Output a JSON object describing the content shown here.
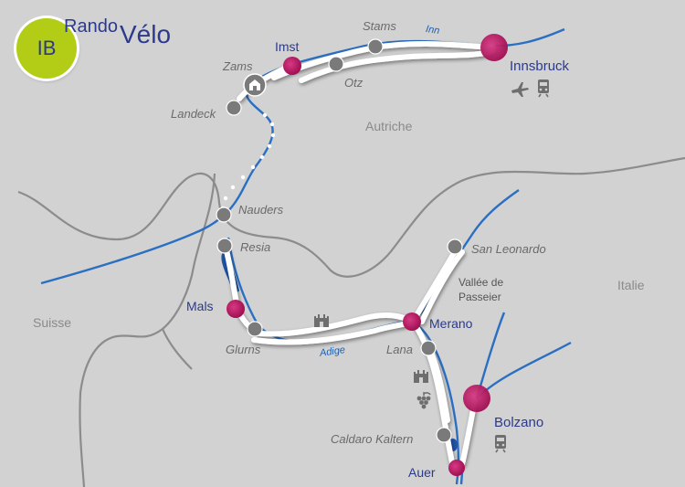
{
  "brand": {
    "badge": "IB",
    "rando": "Rando",
    "velo": "Vélo"
  },
  "countries": {
    "austria": "Autriche",
    "switzerland": "Suisse",
    "italy": "Italie"
  },
  "rivers": {
    "inn": "Inn",
    "adige": "Adige"
  },
  "places": {
    "innsbruck": "Innsbruck",
    "stams": "Stams",
    "otz": "Otz",
    "imst": "Imst",
    "zams": "Zams",
    "landeck": "Landeck",
    "nauders": "Nauders",
    "resia": "Resia",
    "mals": "Mals",
    "glurns": "Glurns",
    "merano": "Merano",
    "lana": "Lana",
    "san_leonardo": "San Leonardo",
    "valley_line1": "Vallée de",
    "valley_line2": "Passeier",
    "bolzano": "Bolzano",
    "caldaro": "Caldaro Kaltern",
    "auer": "Auer"
  },
  "colors": {
    "background": "#d2d2d2",
    "river": "#2a6fc2",
    "route": "#ffffff",
    "border": "#8c8c8c",
    "stop_major": "#b5135f",
    "stop_minor": "#7a7a7a",
    "badge": "#b3cc16"
  },
  "icons": [
    "airplane-icon",
    "train-icon",
    "castle-icon",
    "grapes-icon",
    "church-icon"
  ]
}
